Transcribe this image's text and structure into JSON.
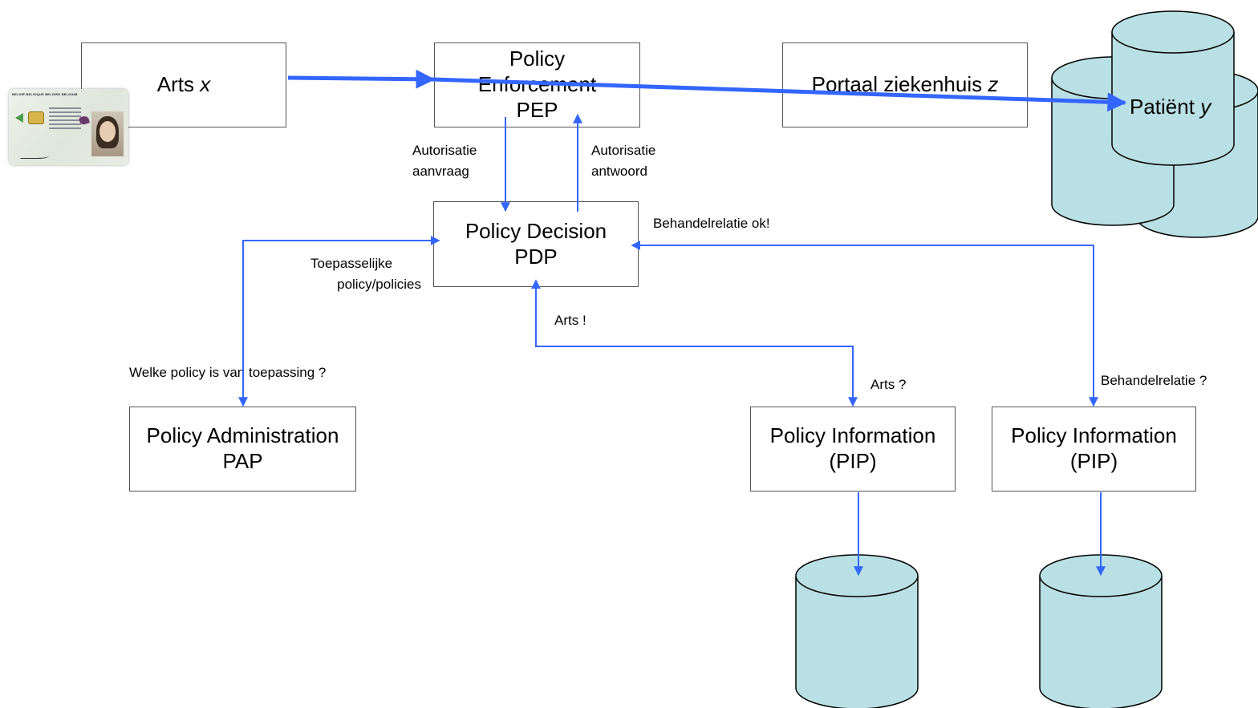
{
  "colors": {
    "arrow": "#3366ff",
    "box_border": "#555555",
    "database_fill": "#b9e0e4",
    "database_stroke": "#000000"
  },
  "boxes": {
    "arts": {
      "text": "Arts",
      "var": "x"
    },
    "pep": {
      "line1": "Policy",
      "line2": "Enforcement",
      "line3": "PEP"
    },
    "portaal": {
      "text": "Portaal ziekenhuis",
      "var": "z"
    },
    "pdp": {
      "line1": "Policy Decision",
      "line2": "PDP"
    },
    "pap": {
      "line1": "Policy Administration",
      "line2": "PAP"
    },
    "pip1": {
      "line1": "Policy Information",
      "line2": "(PIP)"
    },
    "pip2": {
      "line1": "Policy Information",
      "line2": "(PIP)"
    }
  },
  "database": {
    "text": "Patiënt",
    "var": "y"
  },
  "labels": {
    "autorisatie_aanvraag": [
      "Autorisatie",
      "aanvraag"
    ],
    "autorisatie_antwoord": [
      "Autorisatie",
      "antwoord"
    ],
    "behandelrelatie_ok": "Behandelrelatie ok!",
    "toepasselijke": [
      "Toepasselijke",
      "policy/policies"
    ],
    "arts_excl": "Arts !",
    "welke_policy": "Welke policy is van toepassing ?",
    "arts_q": "Arts ?",
    "behandelrelatie_q": "Behandelrelatie ?"
  },
  "id_card": {
    "icon": "belgian-eid-card",
    "header": "BELGIË BELGIQUE BELGIEN BELGIUM"
  }
}
